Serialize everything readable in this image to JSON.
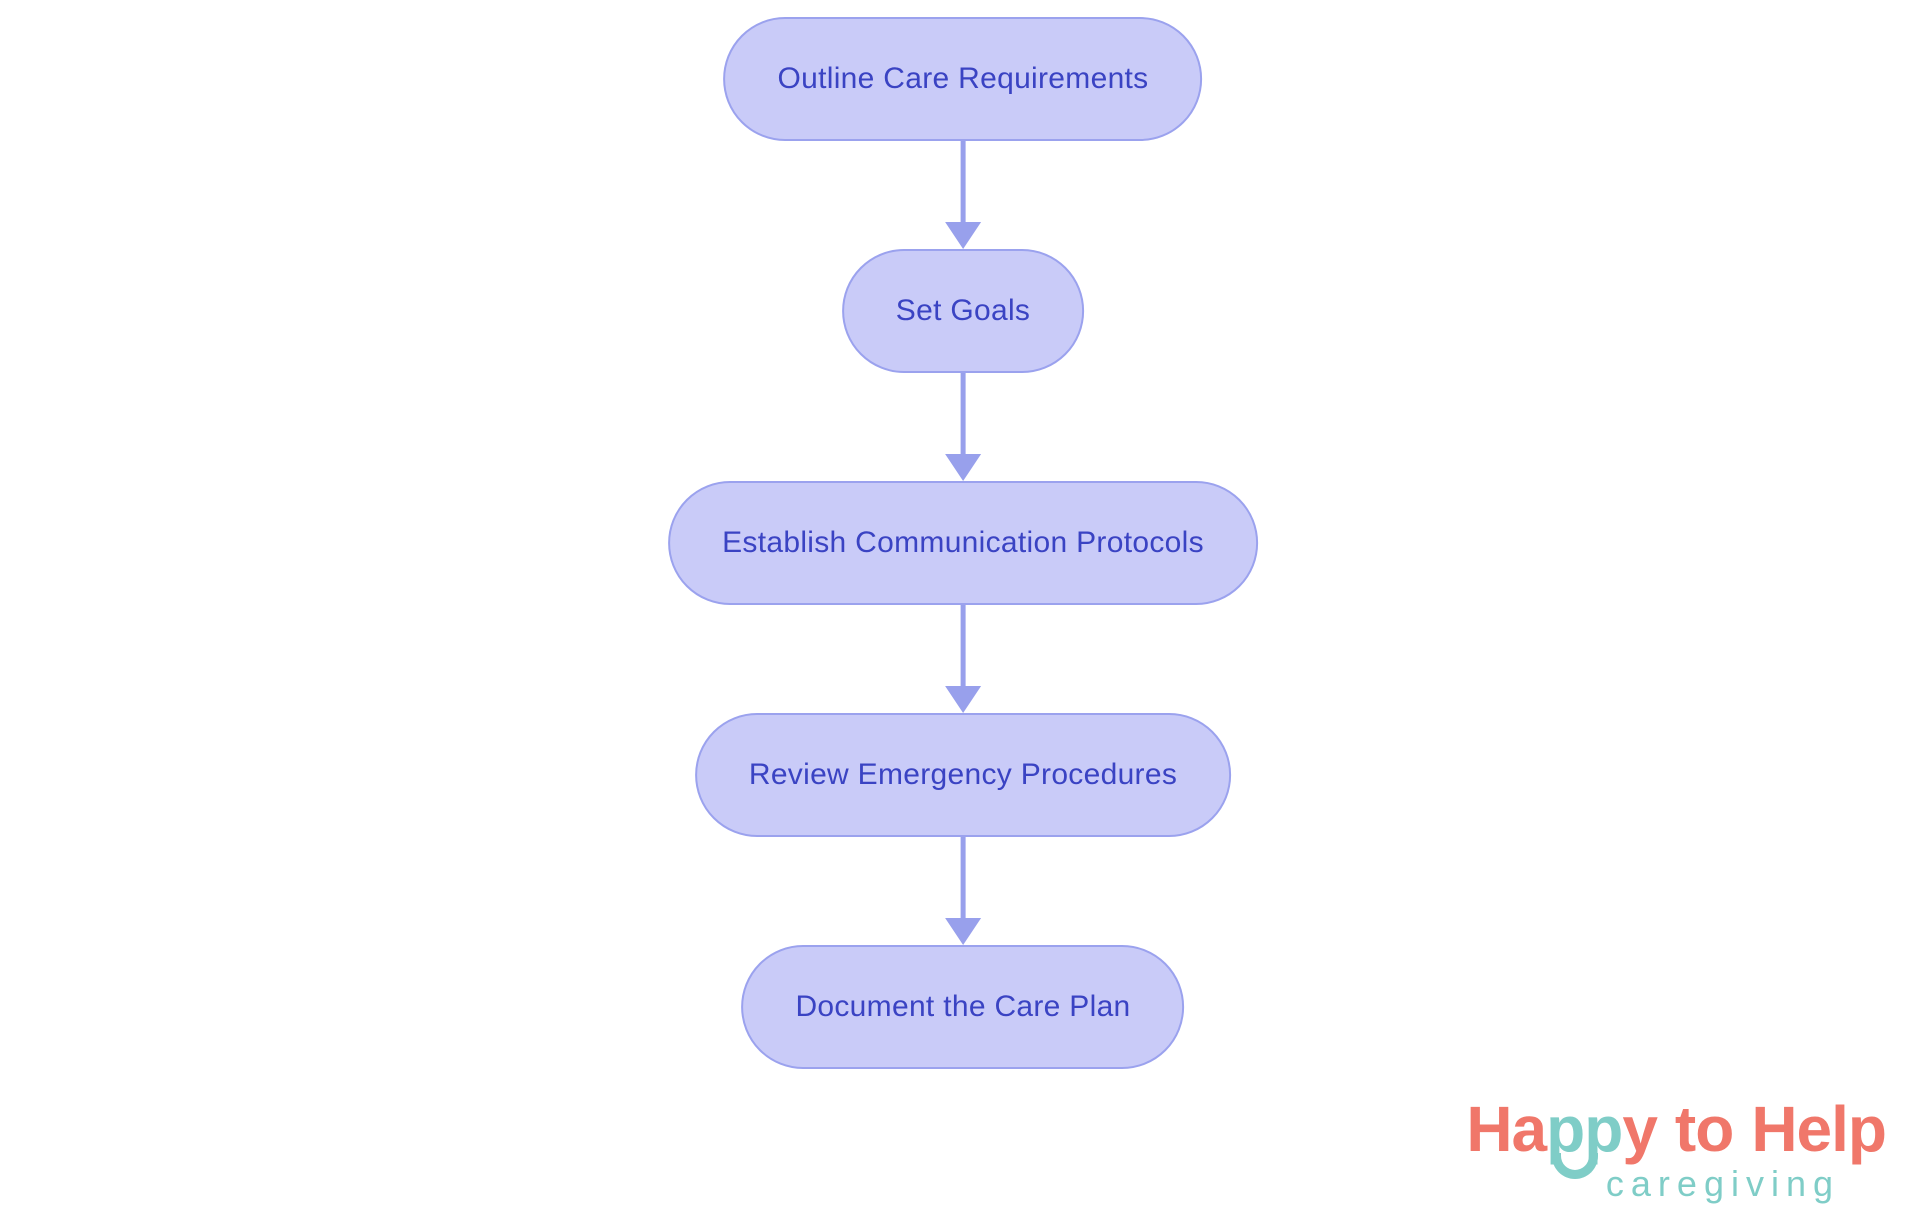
{
  "diagram": {
    "type": "flowchart",
    "direction": "top-down",
    "nodes": [
      {
        "id": 1,
        "label": "Outline Care Requirements"
      },
      {
        "id": 2,
        "label": "Set Goals"
      },
      {
        "id": 3,
        "label": "Establish Communication Protocols"
      },
      {
        "id": 4,
        "label": "Review Emergency Procedures"
      },
      {
        "id": 5,
        "label": "Document the Care Plan"
      }
    ],
    "edges": [
      {
        "from": 1,
        "to": 2
      },
      {
        "from": 2,
        "to": 3
      },
      {
        "from": 3,
        "to": 4
      },
      {
        "from": 4,
        "to": 5
      }
    ]
  },
  "logo": {
    "word1_part1": "Ha",
    "word1_part2": "pp",
    "word1_part3": "y",
    "word2": "to",
    "word3": "Help",
    "subtitle": "caregiving"
  },
  "colors": {
    "background": "#ffffff",
    "node_fill": "#c9cbf8",
    "node_border": "#9ba2ee",
    "node_text": "#3a43c3",
    "arrow": "#98a0ec",
    "logo_coral": "#f0776a",
    "logo_teal": "#7fcdc7"
  }
}
